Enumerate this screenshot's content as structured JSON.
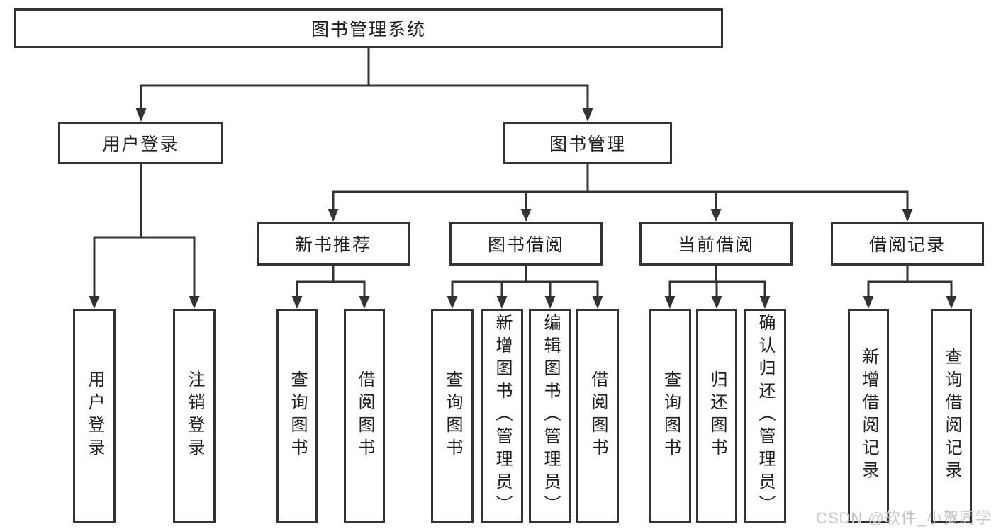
{
  "diagram": {
    "type": "functional-structure-tree",
    "orientation": "top-down"
  },
  "tree": {
    "label": "图书管理系统",
    "children": [
      {
        "label": "用户登录",
        "children": [
          {
            "label": "用户登录"
          },
          {
            "label": "注销登录"
          }
        ]
      },
      {
        "label": "图书管理",
        "children": [
          {
            "label": "新书推荐",
            "children": [
              {
                "label": "查询图书"
              },
              {
                "label": "借阅图书"
              }
            ]
          },
          {
            "label": "图书借阅",
            "children": [
              {
                "label": "查询图书"
              },
              {
                "label": "新增图书（管理员）"
              },
              {
                "label": "编辑图书（管理员）"
              },
              {
                "label": "借阅图书"
              }
            ]
          },
          {
            "label": "当前借阅",
            "children": [
              {
                "label": "查询图书"
              },
              {
                "label": "归还图书"
              },
              {
                "label": "确认归还（管理员）"
              }
            ]
          },
          {
            "label": "借阅记录",
            "children": [
              {
                "label": "新增借阅记录"
              },
              {
                "label": "查询借阅记录"
              }
            ]
          }
        ]
      }
    ]
  },
  "watermark": {
    "text": "CSDN @软件_小贺同学"
  },
  "colors": {
    "line": "#333333",
    "box_border": "#333333",
    "text": "#1f1f1f",
    "watermark": "#c6c6c6",
    "background": "#ffffff"
  }
}
